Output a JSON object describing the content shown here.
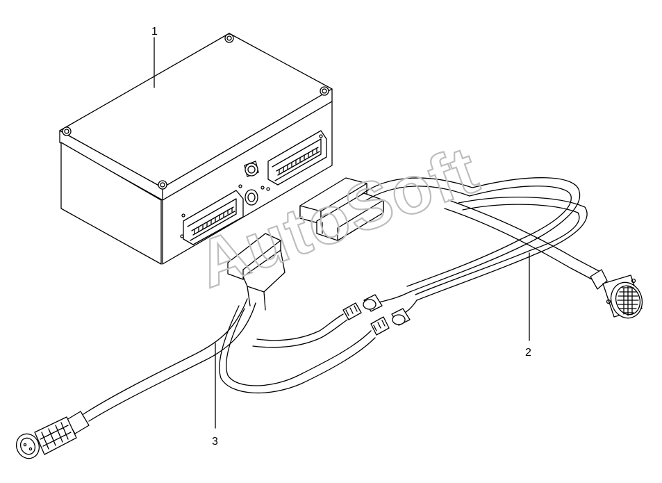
{
  "callouts": {
    "c1": "1",
    "c2": "2",
    "c3": "3"
  },
  "watermark": "AutoSoft",
  "parts": {
    "control_unit": "electronic-control-unit",
    "harness_main": "wiring-harness",
    "harness_diag": "diagnostic-cable"
  },
  "colors": {
    "line": "#000000",
    "watermark": "#bdbdbd",
    "background": "#ffffff"
  }
}
